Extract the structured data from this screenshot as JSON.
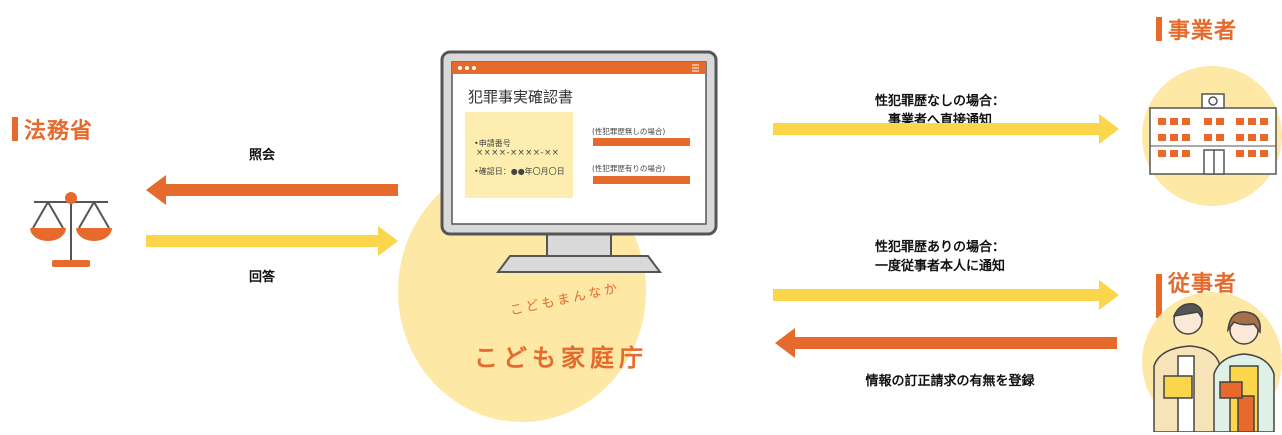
{
  "colors": {
    "orange": "#e66a2c",
    "yellow": "#fbd54a",
    "cream": "#fde8a6",
    "monitor_frame": "#666666",
    "paper": "#fdeeb0"
  },
  "ministry": {
    "title": "法務省",
    "icon": "scales-icon"
  },
  "flows": {
    "inquiry_label": "照会",
    "answer_label": "回答",
    "no_record": {
      "line1": "性犯罪歴なしの場合：",
      "line2": "事業者へ直接通知"
    },
    "has_record": {
      "line1": "性犯罪歴ありの場合：",
      "line2": "一度従事者本人に通知"
    },
    "register_label": "情報の訂正請求の有無を登録"
  },
  "monitor": {
    "doc_title": "犯罪事実確認書",
    "app_no_label": "•申請番号",
    "app_no_value": "××××-××××-××",
    "confirm_date": "•確認日：●●年〇月〇日",
    "case_none": "(性犯罪歴無しの場合)",
    "case_has": "(性犯罪歴有りの場合)",
    "menu_icon": "hamburger-icon"
  },
  "agency": {
    "hiragana": "こどもまんなか",
    "name": "こども家庭庁"
  },
  "business": {
    "title": "事業者",
    "icon": "school-building-icon"
  },
  "worker": {
    "title": "従事者",
    "icon": "workers-illustration-icon"
  }
}
